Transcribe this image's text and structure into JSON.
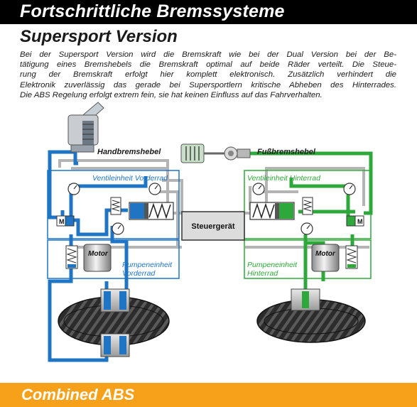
{
  "header": {
    "title": "Fortschrittliche Bremssysteme"
  },
  "section": {
    "title": "Supersport Version"
  },
  "paragraph": {
    "lines": [
      "Bei der Supersport Version wird die Bremskraft wie bei der Dual Version bei der Be-",
      "tätigung eines Bremshebels die Bremskraft optimal auf beide Räder verteilt. Die Steue-",
      "rung der Bremskraft erfolgt hier komplett elektronisch. Zusätzlich verhindert die",
      "Elektronik zuverlässig das gerade bei Supersportlern kritische Abheben des Hinterrades.",
      "Die ABS Regelung erfolgt extrem fein, sie hat keinen Einfluss auf das Fahrverhalten."
    ]
  },
  "diagram": {
    "colors": {
      "front_line": "#1f74c4",
      "rear_line": "#2ea83a",
      "gray_line": "#b4b4b4",
      "unit_border": "#1f74c4",
      "unit_border_rear": "#2ea83a"
    },
    "labels": {
      "hand_lever": "Handbremshebel",
      "foot_lever": "Fußbremshebel",
      "valve_front": "Ventileinheit Vorderrad",
      "valve_rear": "Ventileinheit Hinterrad",
      "controller": "Steuergerät",
      "pump_front_1": "Pumpeneinheit",
      "pump_front_2": "Vorderrad",
      "pump_rear_1": "Pumpeneinheit",
      "pump_rear_2": "Hinterrad",
      "motor_front": "Motor",
      "motor_rear": "Motor",
      "valve_m_front": "M",
      "valve_m_rear": "M"
    },
    "icons": [
      "hand-brake-lever-icon",
      "foot-brake-pedal-icon",
      "pressure-gauge-icon",
      "motor-icon",
      "spring-valve-icon",
      "tire-icon",
      "brake-caliper-icon"
    ]
  },
  "footer": {
    "title": "Combined ABS"
  }
}
